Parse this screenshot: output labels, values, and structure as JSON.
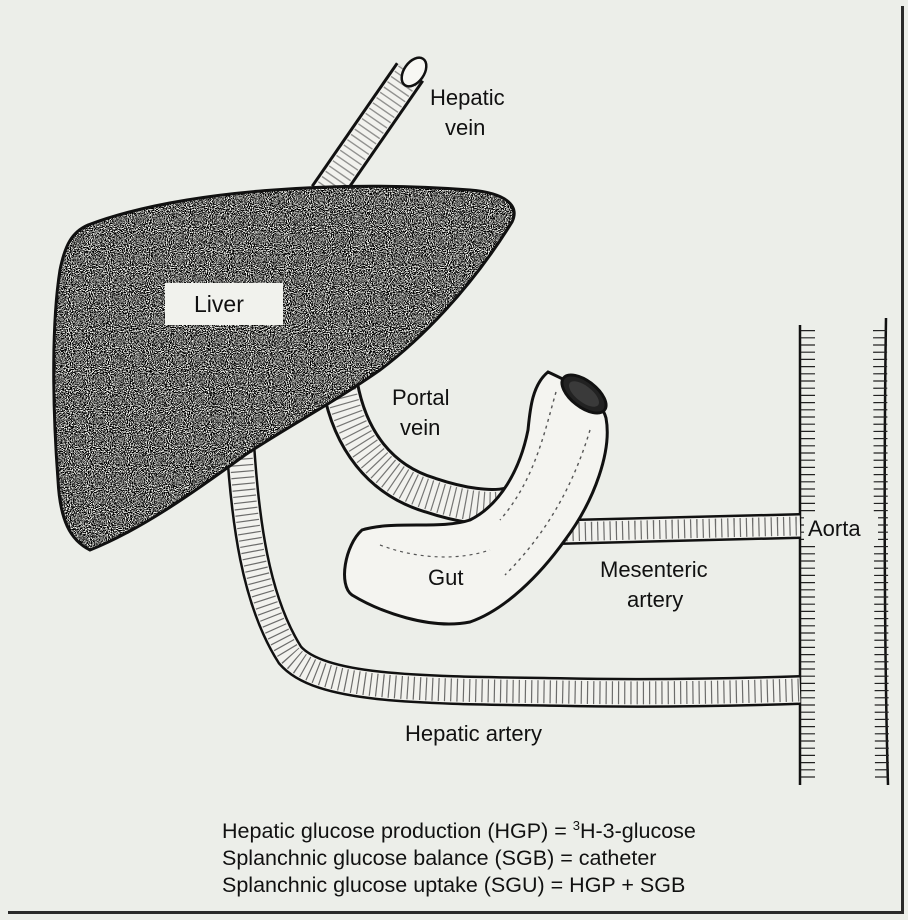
{
  "labels": {
    "hepatic_vein_line1": "Hepatic",
    "hepatic_vein_line2": "vein",
    "liver": "Liver",
    "portal_vein_line1": "Portal",
    "portal_vein_line2": "vein",
    "gut": "Gut",
    "aorta": "Aorta",
    "mesenteric_artery_line1": "Mesenteric",
    "mesenteric_artery_line2": "artery",
    "hepatic_artery": "Hepatic artery"
  },
  "legend": {
    "row1_pre": "Hepatic glucose production (HGP) = ",
    "row1_sup": "3",
    "row1_post": "H-3-glucose",
    "row2": "Splanchnic glucose balance (SGB) = catheter",
    "row3": "Splanchnic glucose uptake (SGU) = HGP + SGB"
  },
  "colors": {
    "ink": "#111111",
    "paper": "#eceee9",
    "vessel_fill": "#f2f2ee"
  }
}
